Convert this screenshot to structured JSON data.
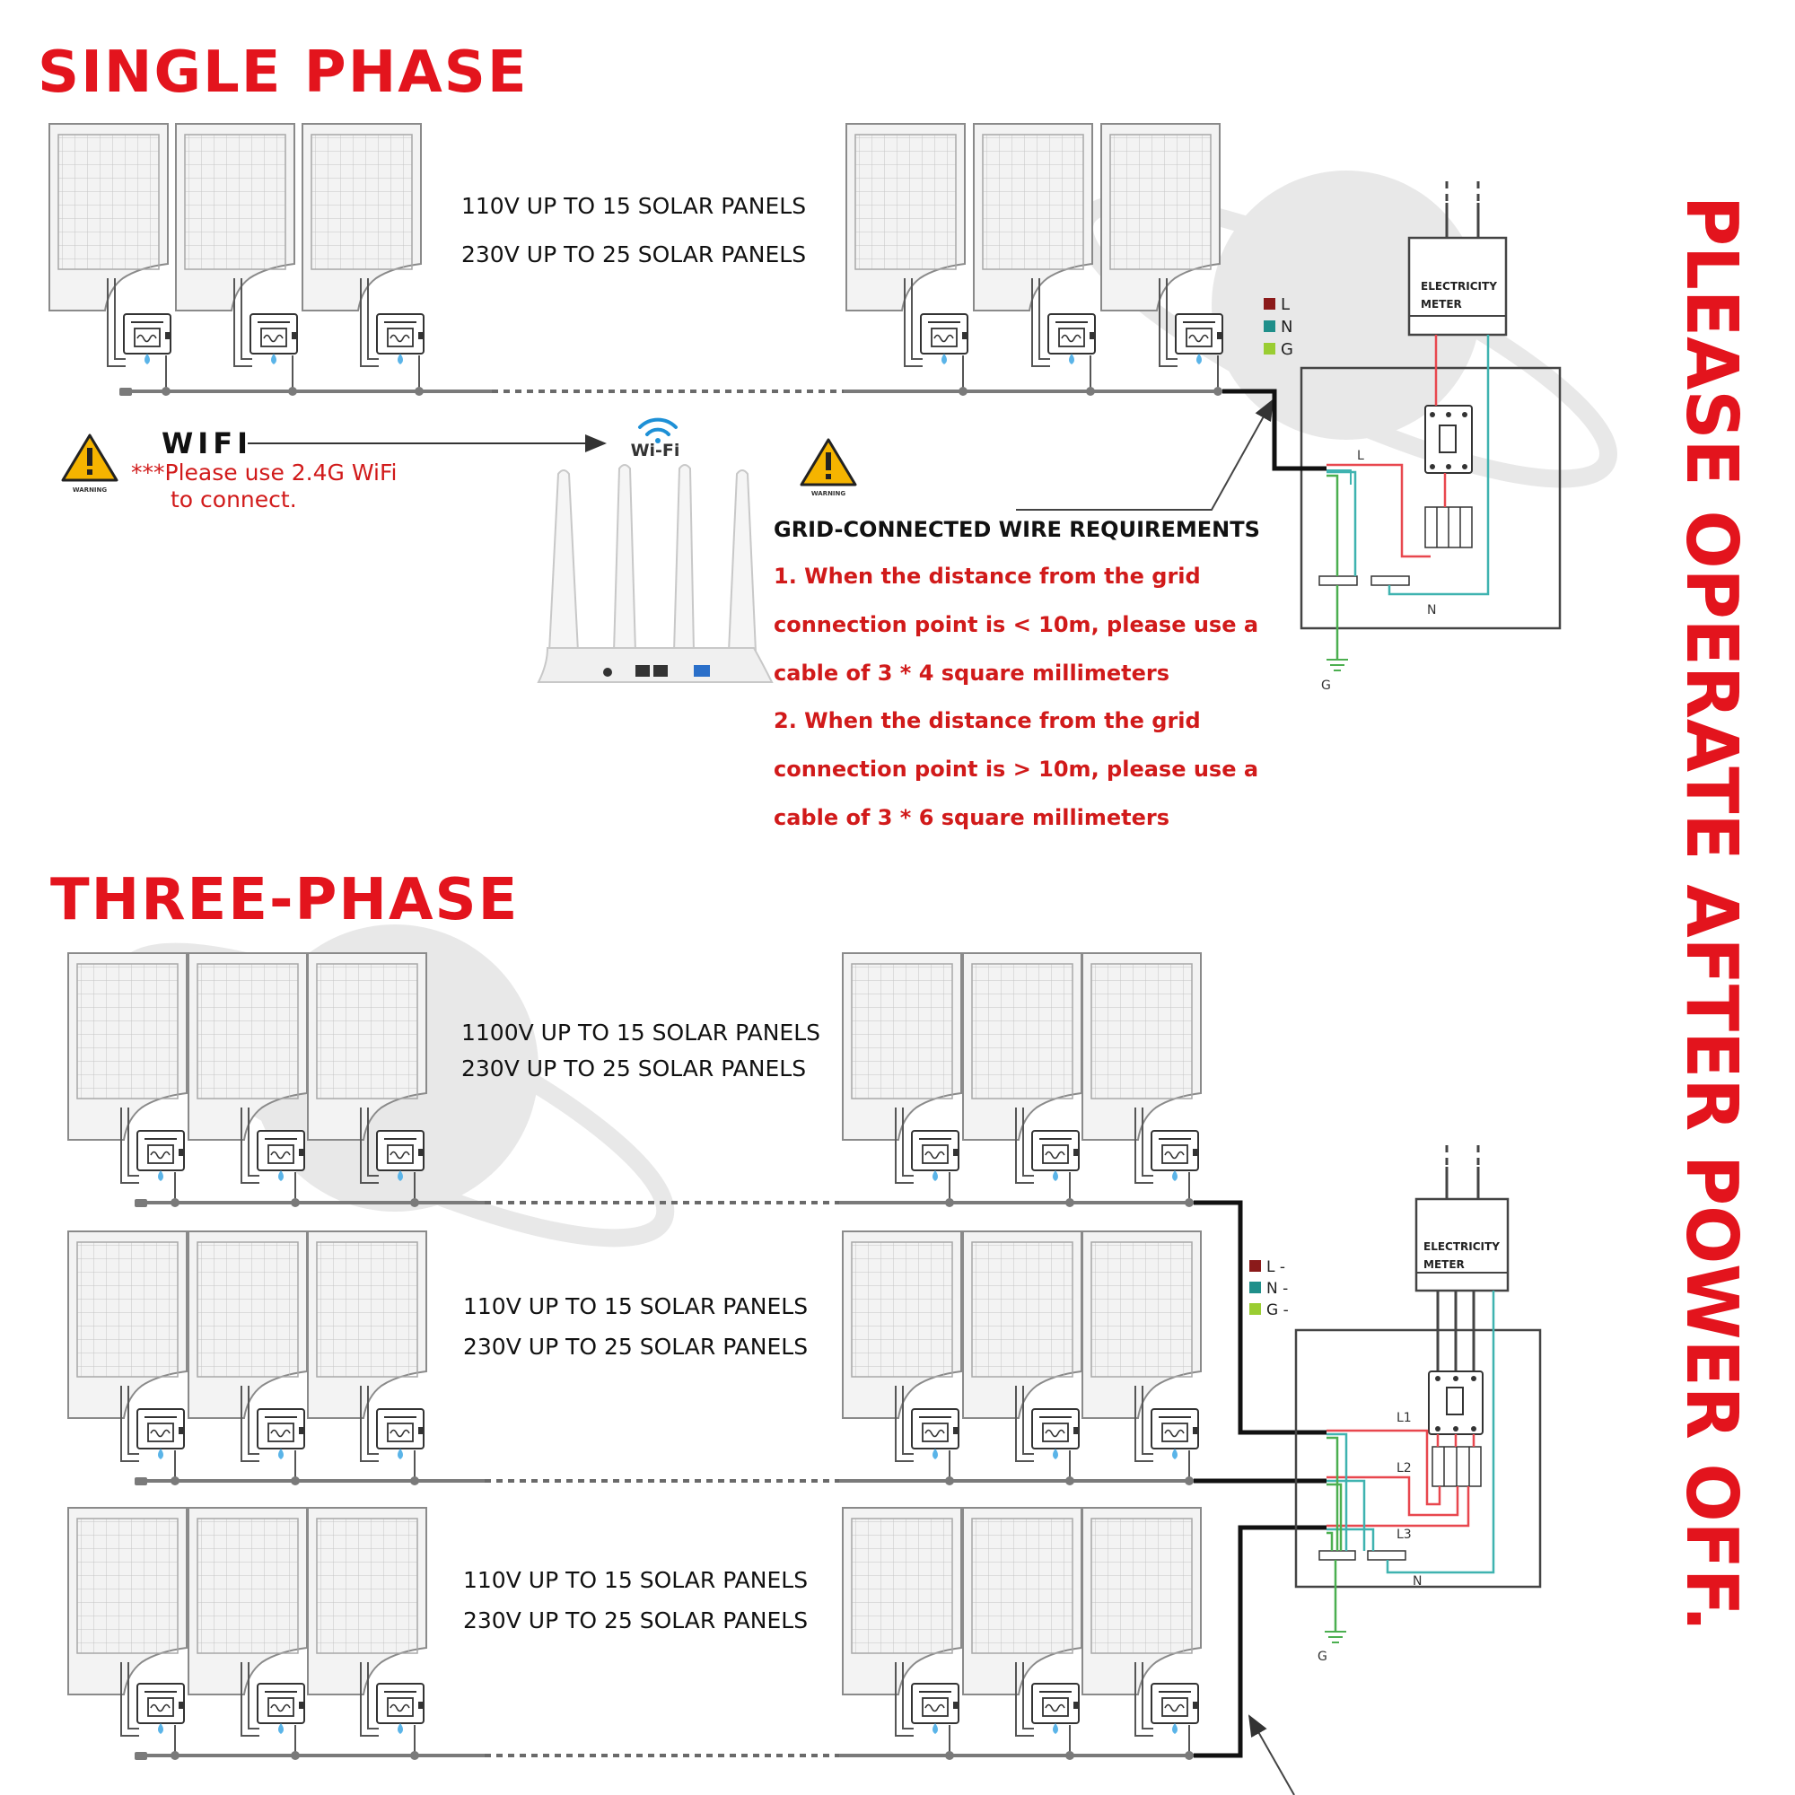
{
  "single_phase": {
    "heading": "SINGLE PHASE",
    "capacity_line_1": "110V UP TO 15 SOLAR PANELS",
    "capacity_line_2": "230V UP TO 25 SOLAR PANELS",
    "wifi_label": "WIFI",
    "wifi_note_line_1": "***Please use 2.4G WiFi",
    "wifi_note_line_2": "to connect.",
    "router_badge": "Wi-Fi",
    "warning_caption": "WARNING",
    "wire_heading": "GRID-CONNECTED WIRE REQUIREMENTS",
    "wire_rules": [
      "1. When the distance from the grid",
      "connection point is < 10m, please use a",
      "cable of 3 * 4 square millimeters",
      "2. When the distance from the grid",
      "connection point is > 10m, please use a",
      "cable of 3 * 6 square millimeters"
    ],
    "meter_line_1": "ELECTRICITY",
    "meter_line_2": "METER",
    "legend": [
      "L",
      "N",
      "G"
    ],
    "box_labels": {
      "l": "L",
      "n": "N",
      "g": "G"
    }
  },
  "three_phase": {
    "heading": "THREE-PHASE",
    "row1_line_1": "1100V UP TO 15 SOLAR PANELS",
    "row1_line_2": "230V UP TO 25 SOLAR PANELS",
    "row2_line_1": "110V UP TO 15 SOLAR PANELS",
    "row2_line_2": "230V UP TO 25 SOLAR PANELS",
    "row3_line_1": "110V UP TO 15 SOLAR PANELS",
    "row3_line_2": "230V UP TO 25 SOLAR PANELS",
    "meter_line_1": "ELECTRICITY",
    "meter_line_2": "METER",
    "legend": [
      "L -",
      "N -",
      "G -"
    ],
    "box_labels": {
      "l1": "L1",
      "l2": "L2",
      "l3": "L3",
      "n": "N",
      "g": "G"
    }
  },
  "side_notice": "PLEASE OPERATE AFTER POWER OFF.",
  "colors": {
    "accent_red": "#e3141d",
    "live": "#e8474e",
    "neutral": "#3fb3b0",
    "ground": "#4caf50",
    "legend_l": "#8b1a1a",
    "legend_n": "#1f8f8a",
    "legend_g": "#9acd32",
    "warning_yellow": "#f5b400"
  }
}
